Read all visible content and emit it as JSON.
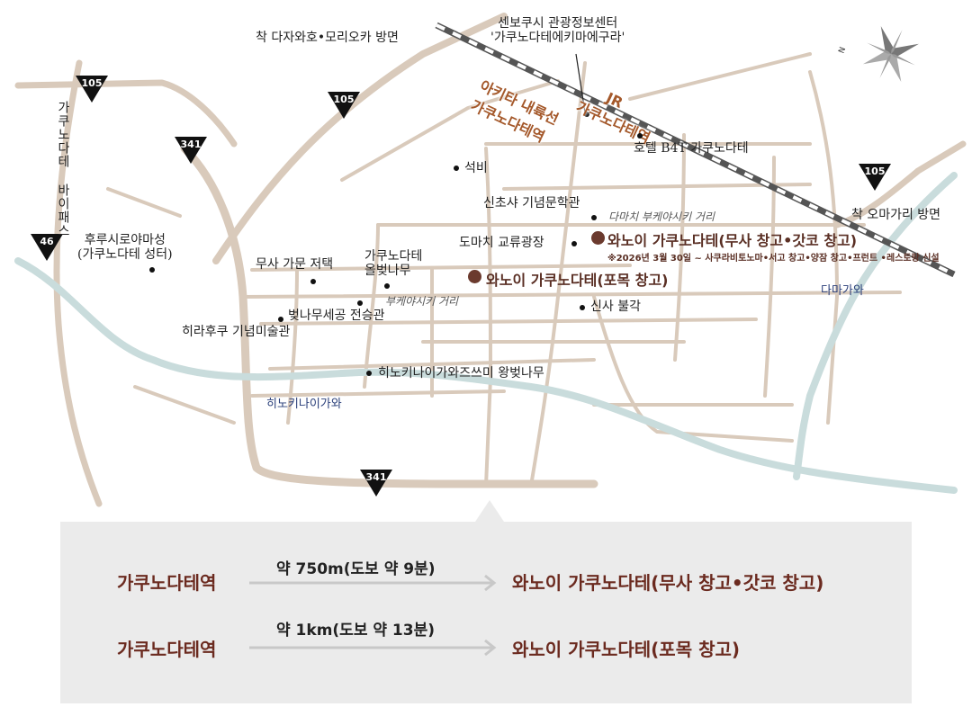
{
  "map": {
    "directions": {
      "dazawako": "착 다자와호•모리오카 방면",
      "omagari": "착 오마가리 방면"
    },
    "tourist_center": {
      "line1": "센보쿠시 관광정보센터",
      "line2": "'가쿠노다테에키마에구라'"
    },
    "stations": {
      "akita_line1": "아키타 내륙선",
      "akita_line2": "가쿠노다테역",
      "jr_mark": "JR",
      "jr_name": "가쿠노다테역"
    },
    "bypass": "가쿠노다테 바이패스",
    "routes": {
      "r105_a": "105",
      "r105_b": "105",
      "r105_c": "105",
      "r341_a": "341",
      "r341_b": "341",
      "r46": "46"
    },
    "places": {
      "hotel": "호텔 B4T 가쿠노다테",
      "sekibi": "석비",
      "shinchosha": "신초샤 기념문학관",
      "domachi": "도마치 교류광장",
      "castle_line1": "후루시로야마성",
      "castle_line2": "(가쿠노다테 성터)",
      "bushi": "무사 가문 저택",
      "kakunodate_tree_line1": "가쿠노다테",
      "kakunodate_tree_line2": "올벚나무",
      "kabazaiku": "벚나무세공 전승관",
      "hirafuku": "히라후쿠 기념미술관",
      "shinsa": "신사 불각",
      "cherry_trees": "히노키나이가와즈쓰미 왕벚나무"
    },
    "streets": {
      "tamachi": "다마치 부케야시키 거리",
      "bukeyashiki": "부케야시키 거리"
    },
    "rivers": {
      "tamagawa": "다마가와",
      "hinokinai": "히노키나이가와"
    },
    "shops": {
      "musa": "와노이 가쿠노다테(무사 창고•갓코 창고)",
      "musa_note": "※2026년 3월 30일 ~ 사쿠라비토노마•서고 창고•양잠 창고•프런트 •레스토랑 신설",
      "pomok": "와노이 가쿠노다테(포목 창고)"
    },
    "compass_north": "N"
  },
  "access": [
    {
      "from": "가쿠노다테역",
      "distance": "약 750m(도보 약 9분)",
      "to": "와노이 가쿠노다테(무사 창고•갓코 창고)"
    },
    {
      "from": "가쿠노다테역",
      "distance": "약 1km(도보 약 13분)",
      "to": "와노이 가쿠노다테(포목 창고)"
    }
  ]
}
